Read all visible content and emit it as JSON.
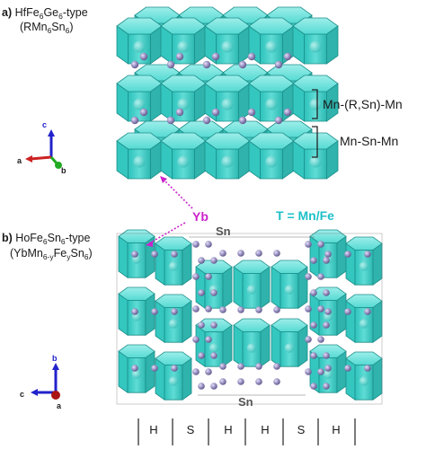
{
  "panel_a": {
    "letter": "a)",
    "type_prefix": "HfFe",
    "type_sub1": "6",
    "type_mid": "Ge",
    "type_sub2": "6",
    "type_suffix": "-type",
    "formula_open": "(RMn",
    "formula_sub1": "6",
    "formula_mid": "Sn",
    "formula_sub2": "6",
    "formula_close": ")",
    "bracket_labels": [
      "Mn-(R,Sn)-Mn",
      "Mn-Sn-Mn"
    ],
    "axes": {
      "x": "a",
      "y": "b",
      "z": "c"
    }
  },
  "panel_b": {
    "letter": "b)",
    "type_prefix": "HoFe",
    "type_sub1": "6",
    "type_mid": "Sn",
    "type_sub2": "6",
    "type_suffix": "-type",
    "formula_open": "(YbMn",
    "formula_sub1": "6-y",
    "formula_mid": "Fe",
    "formula_sub2": "y",
    "formula_mid2": "Sn",
    "formula_sub3": "6",
    "formula_close": ")",
    "axes": {
      "x": "c",
      "y": "b",
      "z": "a"
    },
    "stacking": [
      "H",
      "S",
      "H",
      "H",
      "S",
      "H"
    ]
  },
  "annotations": {
    "yb": "Yb",
    "t_label": "T = Mn/Fe",
    "sn_top": "Sn",
    "sn_bottom": "Sn"
  },
  "colors": {
    "polyhedron": "#3fd1c9",
    "polyhedron_edge": "#1d8f8a",
    "atom": "#8f86b8",
    "yb_label": "#cc22cc",
    "t_label": "#1fc0c8"
  }
}
